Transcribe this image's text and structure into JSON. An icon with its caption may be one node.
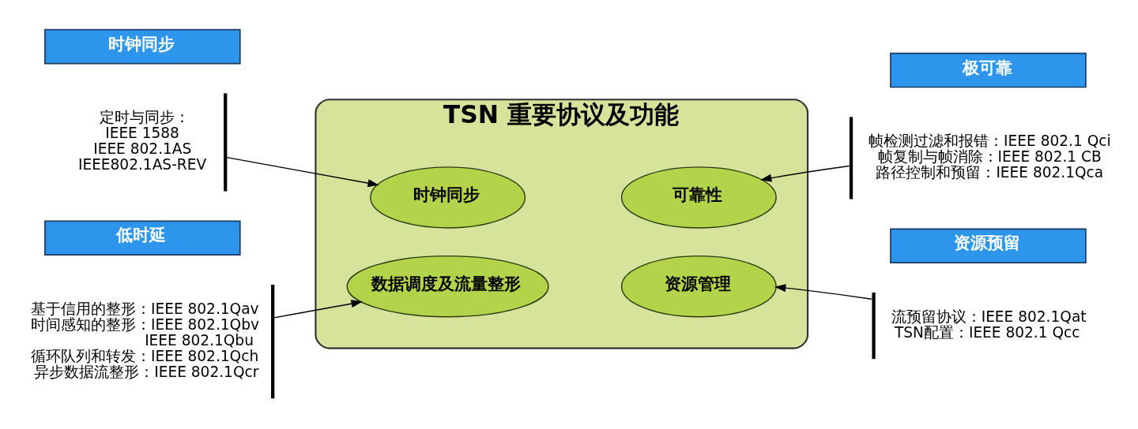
{
  "diagram": {
    "nodes": [
      {
        "text": [
          "时钟同步"
        ]
      },
      {
        "text": [
          "定时与同步：",
          "IEEE 1588",
          "IEEE 802.1AS",
          "IEEE802.1AS-REV"
        ]
      },
      {
        "text": [
          "低时延"
        ]
      },
      {
        "text": [
          "基于信用的整形：IEEE 802.1Qav",
          "时间感知的整形：IEEE 802.1Qbv",
          "IEEE 802.1Qbu",
          "循环队列和转发：IEEE 802.1Qch",
          "异步数据流整形：IEEE 802.1Qcr"
        ]
      },
      {
        "text": [
          "TSN 重要协议及功能"
        ]
      },
      {
        "text": [
          "时钟同步"
        ],
        "in": 4
      },
      {
        "text": [
          "可靠性"
        ],
        "in": 4
      },
      {
        "text": [
          "数据调度及流量整形"
        ],
        "in": 4
      },
      {
        "text": [
          "资源管理"
        ],
        "in": 4
      },
      {
        "text": [
          "极可靠"
        ]
      },
      {
        "text": [
          "帧检测过滤和报错：IEEE 802.1 Qci",
          "帧复制与帧消除：IEEE 802.1 CB",
          "路径控制和预留：IEEE 802.1Qca"
        ]
      },
      {
        "text": [
          "资源预留"
        ]
      },
      {
        "text": [
          "流预留协议：IEEE 802.1Qat",
          "TSN配置：IEEE 802.1 Qcc"
        ]
      }
    ],
    "edges": [
      {
        "from": 1,
        "to": 5,
        "arrow": "to"
      },
      {
        "from": 3,
        "to": 7,
        "arrow": "to"
      },
      {
        "from": 10,
        "to": 6,
        "arrow": "to"
      },
      {
        "from": 12,
        "to": 8,
        "arrow": "to"
      }
    ]
  }
}
